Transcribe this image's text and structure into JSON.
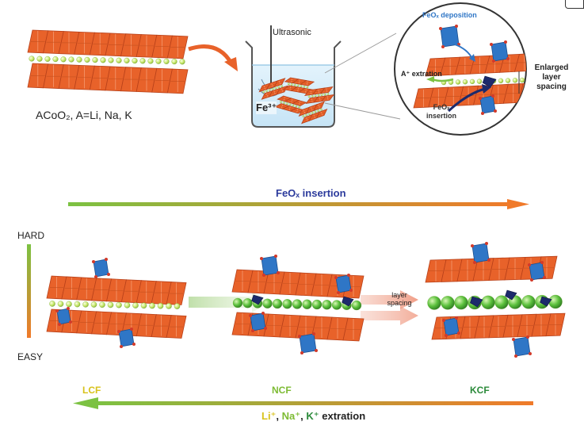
{
  "labels": {
    "ultrasonic": "Ultrasonic",
    "fe3": "Fe³⁺",
    "material": "ACoO₂, A=Li, Na, K",
    "feox_deposition": "FeOₓ deposition",
    "a_extraction": "A⁺ extration",
    "feox_insertion_small": "FeOₓ insertion",
    "enlarged": "Enlarged layer spacing",
    "feox_insertion_top": "FeOₓ insertion",
    "hard": "HARD",
    "easy": "EASY",
    "layer_spacing": "layer spacing",
    "lcf": "LCF",
    "ncf": "NCF",
    "kcf": "KCF",
    "li": "Li⁺",
    "sep1": ", ",
    "na": "Na⁺",
    "sep2": ", ",
    "k": "K⁺",
    "extraction_word": " extration"
  },
  "colors": {
    "octahedron": "#e8622a",
    "octahedron_edge": "#b8411a",
    "feox": "#2f76c6",
    "ion_light": "#c7e86a",
    "ion_green": "#4caf3a",
    "dark_polyhedron": "#1c2a6b",
    "arrow_green": "#7cc242",
    "arrow_orange": "#f07a2a",
    "beaker_water": "#d4ecfa",
    "title_blue": "#2b3a9c",
    "lcf": "#d8c21a",
    "ncf": "#7dbb33",
    "kcf": "#2b8a3a"
  }
}
